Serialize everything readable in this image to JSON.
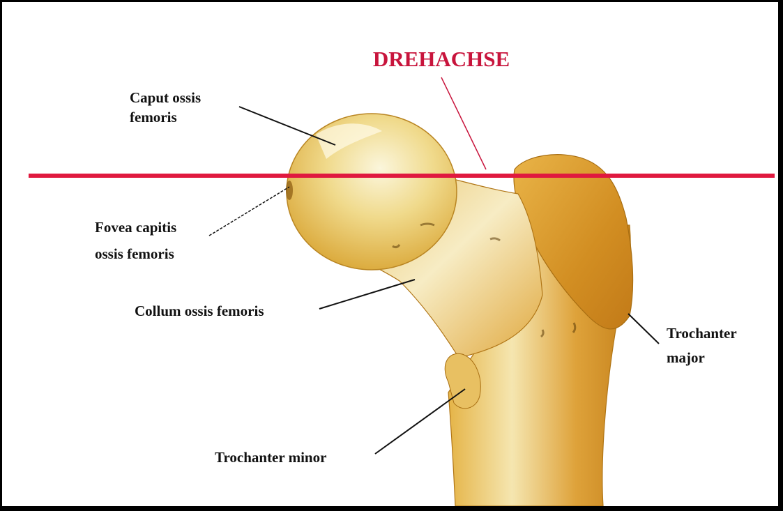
{
  "title": "DREHACHSE",
  "labels": {
    "caput_line1": "Caput ossis",
    "caput_line2": "femoris",
    "fovea_line1": "Fovea capitis",
    "fovea_line2": "ossis femoris",
    "collum": "Collum ossis femoris",
    "trochanter_major_line1": "Trochanter",
    "trochanter_major_line2": "major",
    "trochanter_minor": "Trochanter minor"
  },
  "colors": {
    "axis": "#e0193f",
    "title": "#c8143c",
    "bone_light": "#f3e7a6",
    "bone_mid": "#e8b948",
    "bone_dark": "#c98a1c",
    "leader": "#111111",
    "border": "#000000"
  }
}
